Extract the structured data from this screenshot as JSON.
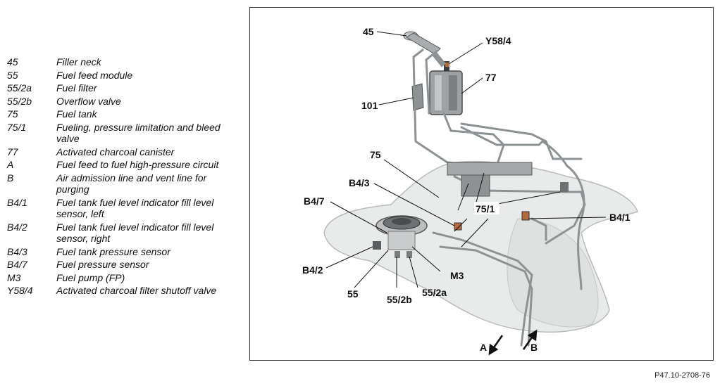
{
  "legend": [
    {
      "code": "45",
      "desc": "Filler neck"
    },
    {
      "code": "55",
      "desc": "Fuel feed module"
    },
    {
      "code": "55/2a",
      "desc": "Fuel filter"
    },
    {
      "code": "55/2b",
      "desc": "Overflow valve"
    },
    {
      "code": "75",
      "desc": "Fuel tank"
    },
    {
      "code": "75/1",
      "desc": "Fueling, pressure limitation and bleed valve"
    },
    {
      "code": "77",
      "desc": "Activated charcoal canister"
    },
    {
      "code": "A",
      "desc": "Fuel feed to fuel high-pressure circuit"
    },
    {
      "code": "B",
      "desc": "Air admission line and vent line for purging"
    },
    {
      "code": "B4/1",
      "desc": "Fuel tank fuel level indicator fill level sensor, left"
    },
    {
      "code": "B4/2",
      "desc": "Fuel tank fuel level indicator fill level sensor, right"
    },
    {
      "code": "B4/3",
      "desc": "Fuel tank pressure sensor"
    },
    {
      "code": "B4/7",
      "desc": "Fuel pressure sensor"
    },
    {
      "code": "M3",
      "desc": "Fuel pump (FP)"
    },
    {
      "code": "Y58/4",
      "desc": "Activated charcoal filter shutoff valve"
    }
  ],
  "callouts": {
    "c45": "45",
    "cY584": "Y58/4",
    "c77": "77",
    "c101": "101",
    "c75": "75",
    "cB43": "B4/3",
    "cB47": "B4/7",
    "c751": "75/1",
    "cB41": "B4/1",
    "cB42": "B4/2",
    "c55": "55",
    "c552b": "55/2b",
    "c552a": "55/2a",
    "cM3": "M3",
    "cA": "A",
    "cB": "B"
  },
  "figure_id": "P47.10-2708-76",
  "colors": {
    "tank_fill": "#e9eaea",
    "tank_stroke": "#b8bbbc",
    "line": "#8d9294",
    "dark": "#3c3f41",
    "accent": "#b46a3c"
  }
}
